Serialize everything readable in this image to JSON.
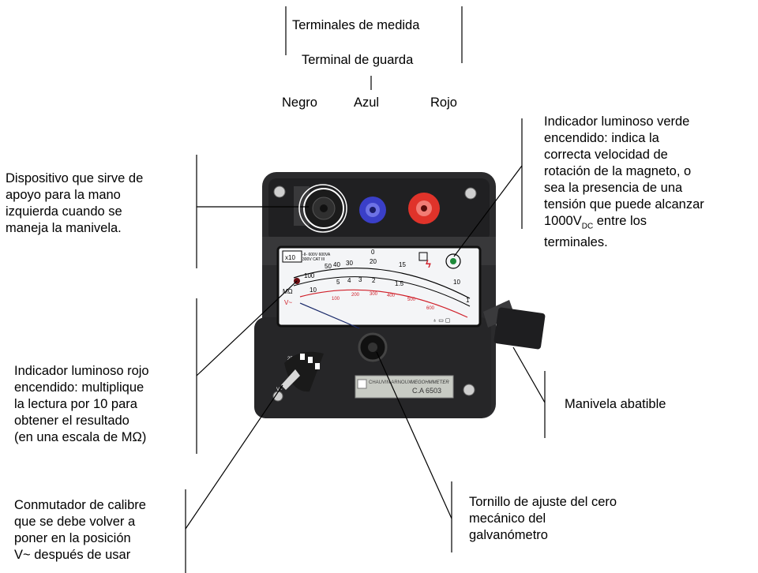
{
  "labels": {
    "terminales": "Terminales de medida",
    "guarda": "Terminal de guarda",
    "negro": "Negro",
    "azul": "Azul",
    "rojo": "Rojo",
    "apoyo": [
      "Dispositivo que sirve de",
      "apoyo para la mano",
      "izquierda cuando se",
      "maneja la manivela."
    ],
    "verde": [
      "Indicador luminoso verde",
      "encendido: indica la",
      "correcta velocidad de",
      "rotación de la magneto, o",
      "sea la presencia de una",
      "tensión que puede alcanzar"
    ],
    "verde_value": "1000V",
    "verde_sub": "DC",
    "verde_rest": " entre los",
    "verde_last": "terminales.",
    "rojo_ind": [
      "Indicador luminoso rojo",
      "encendido: multiplique",
      "la lectura por 10 para",
      "obtener el resultado",
      "(en una escala de MΩ)"
    ],
    "manivela": "Manivela abatible",
    "conmutador": [
      "Conmutador de calibre",
      "que se debe volver a",
      "poner en la posición",
      "V~ después de usar"
    ],
    "tornillo": [
      "Tornillo de ajuste del cero",
      "mecánico del",
      "galvanómetro"
    ]
  },
  "device": {
    "multiplier": "x10",
    "scale_unit": "MΩ",
    "scale_top": [
      "50",
      "40",
      "30",
      "20",
      "15",
      "10"
    ],
    "scale_mid": [
      "100",
      "10",
      "5",
      "4",
      "3",
      "2",
      "1.5",
      "1"
    ],
    "scale_red": [
      "100",
      "200",
      "300",
      "400",
      "500",
      "600"
    ],
    "scale_v": "V~",
    "zero": "0",
    "range_values": [
      "250 V",
      "500 V",
      "V~"
    ],
    "brand": "CHAUVIN ARNOUX",
    "model_name": "MEGOHMMETER",
    "model": "C.A 6503"
  },
  "colors": {
    "case": "#2b2b2d",
    "terminal_black": "#1b1b1b",
    "terminal_blue": "#3a3fc8",
    "terminal_red": "#e0332a",
    "scale_red": "#d0202a",
    "led_green": "#1e8a3a"
  }
}
